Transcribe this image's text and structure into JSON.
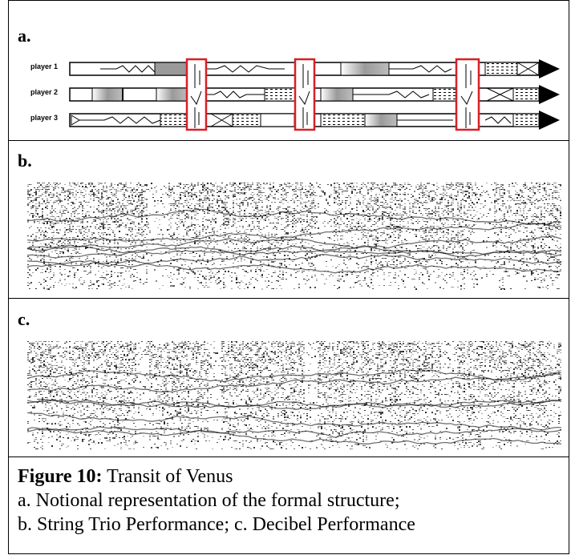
{
  "panels": [
    {
      "label": "a."
    },
    {
      "label": "b."
    },
    {
      "label": "c."
    }
  ],
  "players": [
    "player 1",
    "player 2",
    "player 3"
  ],
  "caption": {
    "title": "Figure 10:",
    "subtitle": "Transit of Venus",
    "line_a": "a. Notional representation of the formal structure;",
    "line_b": "b. String Trio Performance; c. Decibel Performance"
  },
  "colors": {
    "highlight_box": "#d81f26",
    "ink": "#000000",
    "gray_block": "#9a9a9a"
  },
  "icons": [
    "arrowhead-icon",
    "zigzag-line-icon",
    "note-symbol-icon"
  ]
}
